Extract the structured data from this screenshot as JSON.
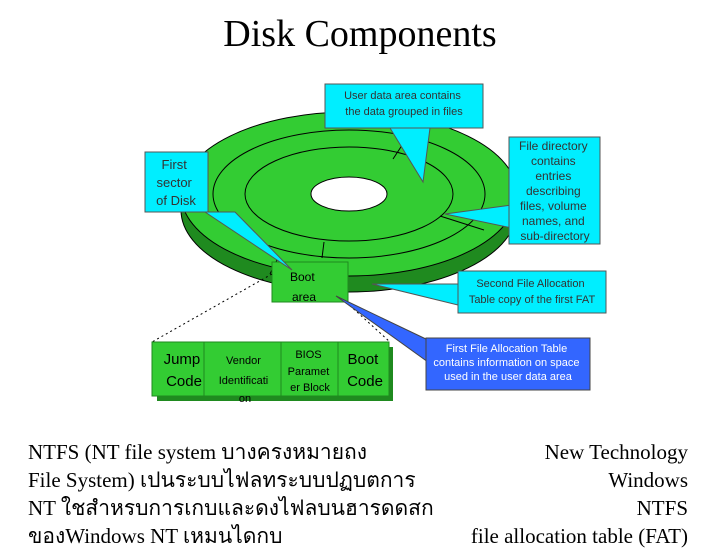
{
  "title": "Disk Components",
  "callouts": {
    "user_data_lines": [
      "User data area contains",
      "the data grouped in files"
    ],
    "file_directory_lines": [
      "File directory",
      "contains",
      "entries",
      "describing",
      "files, volume",
      "names, and",
      "sub-directory"
    ],
    "first_sector_lines": [
      "First",
      "sector",
      "of Disk"
    ],
    "second_fat_lines": [
      "Second File Allocation",
      "Table copy of the first FAT"
    ],
    "first_fat_lines": [
      "First File Allocation Table",
      "contains information on space",
      "used in the user data area"
    ]
  },
  "boot_area_lines": [
    "Boot",
    "area"
  ],
  "boot_record": {
    "jump_lines": [
      "Jump",
      "Code"
    ],
    "vendor_lines": [
      "Vendor",
      "Identificati",
      "on"
    ],
    "bios_lines": [
      "BIOS",
      "Paramet",
      "er Block"
    ],
    "boot_code_lines": [
      "Boot",
      "Code"
    ]
  },
  "body_text": {
    "line1": [
      "NTFS (NT file system บางครงหมายถง",
      "New Technology"
    ],
    "line2": [
      "File System) เปนระบบไฟลทระบบปฏบตการ",
      "Windows"
    ],
    "line3": [
      "NT ใชสำหรบการเกบและดงไฟลบนฮารดดสก",
      "NTFS"
    ],
    "line4": [
      "ของWindows NT เหมนไดกบ",
      "file allocation table (FAT)"
    ]
  },
  "colors": {
    "disk_green": "#33cc33",
    "disk_edge": "#1f8a1f",
    "callout_cyan": "#00eeff",
    "first_fat_blue": "#3366ff"
  }
}
